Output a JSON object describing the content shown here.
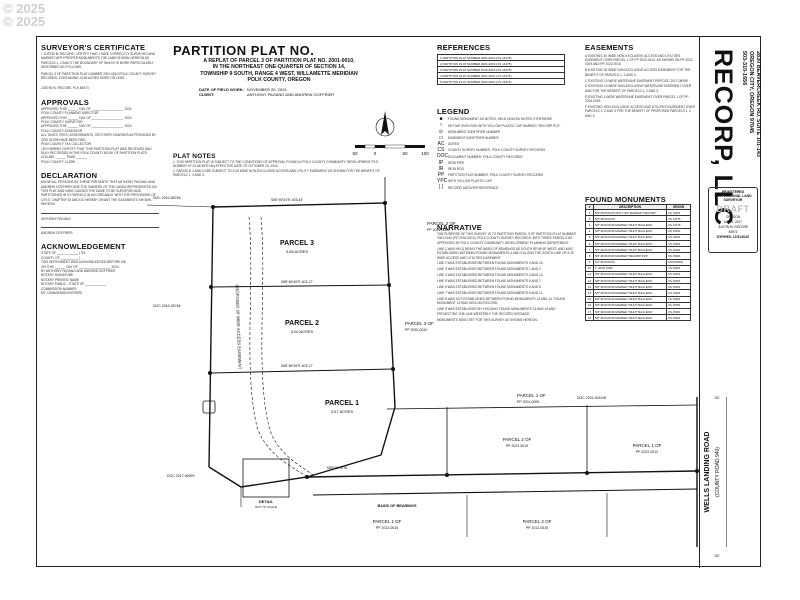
{
  "watermark": [
    "© 2025",
    "© 2025"
  ],
  "surveyor": {
    "heading": "SURVEYOR'S CERTIFICATE",
    "text": "I, JUSTIN M. RECORE, CERTIFY THAT I HAVE CORRECTLY SURVEYED AND MARKED WITH PROPER MONUMENTS THE LAND SHOWN HEREON AS PARCELS 1, 2 AND 3 THE BOUNDARY OF WHICH IS MORE PARTICULARLY DESCRIBED AS FOLLOWS:",
    "text2": "PARCEL 3 OF PARTITION PLAT NUMBER 2001-0010 POLK COUNTY SURVEY RECORDS, CONTAINING 13.86 ACRES MORE OR LESS.",
    "sig": "JUSTIN M. RECORE, PLS 84973"
  },
  "approvals": {
    "heading": "APPROVALS",
    "rows": [
      "APPROVED THIS ______ DAY OF __________________ 2024",
      "POLK COUNTY PLANNING DIRECTOR",
      "APPROVED THIS ______ DAY OF __________________ 2024",
      "POLK COUNTY SURVEYOR",
      "APPROVED THIS ______ DAY OF __________________ 2024",
      "POLK COUNTY ASSESSOR",
      "ALL TAXES, FEES, ASSESSMENTS, OR OTHER CHARGES AS PROVIDED BY ORS 92.095 HAVE BEEN PAID",
      "POLK COUNTY TAX COLLECTOR",
      "I DO HEREBY CERTIFY THAT THIS PARTITION PLAT WAS RECEIVED AND DULY RECORDED IN THE POLK COUNTY BOOK OF PARTITION PLATS.",
      "VOLUME ______ PAGE ______",
      "POLK COUNTY CLERK"
    ]
  },
  "declaration": {
    "heading": "DECLARATION",
    "text": "KNOW ALL PERSONS BY THESE PRESENTS THAT ANTHONY PAGANO AND ANDREW GOFFRIER ARE THE OWNERS OF THE LANDS REPRESENTED ON THIS PLAT AND HAVE CAUSED THE SAME TO BE SURVEYED AND PARTITIONED INTO PARCELS IN ACCORDANCE WITH THE PROVISIONS OF O.R.S. CHAPTER 92 AND DO HEREBY GRANT THE EASEMENTS SHOWN HEREON.",
    "rows": [
      "ANTHONY PAGANO",
      "ANDREW GOFFRIER"
    ]
  },
  "acknowledgement": {
    "heading": "ACKNOWLEDGEMENT",
    "rows": [
      "STATE OF ____________ ) SS",
      "COUNTY OF __________ )",
      "THIS INSTRUMENT WAS ACKNOWLEDGED BEFORE ME",
      "ON THIS ______ DAY OF __________________ 2024",
      "BY ANTHONY PAGANO AND ANDREW GOFFRIER",
      "NOTARY SIGNATURE",
      "NOTARY PRINTED NAME",
      "NOTARY PUBLIC - STATE OF ____________",
      "COMMISSION NUMBER",
      "MY COMMISSION EXPIRES"
    ]
  },
  "title": {
    "main": "PARTITION PLAT NO.",
    "lines": [
      "A REPLAT OF PARCEL 3 OF PARTITION PLAT NO. 2001-0010,",
      "IN THE NORTHEAST ONE-QUARTER OF SECTION 14,",
      "TOWNSHIP 9 SOUTH, RANGE 4 WEST, WILLAMETTE MERIDIAN",
      "POLK COUNTY, OREGON"
    ],
    "date_label": "DATE OF FIELD WORK:",
    "date_value": "NOVEMBER 20, 2024",
    "client_label": "CLIENT:",
    "client_value": "ANTHONY PAGANO AND ANDREW GOFFRIER"
  },
  "plat_notes": {
    "heading": "PLAT NOTES",
    "items": [
      "1. THIS PARTITION PLAT IS SUBJECT TO THE CONDITIONS OF APPROVAL FOUND IN POLK COUNTY COMMUNITY DEVELOPMENT FILE NUMBER LP 24-06 WITH AN EFFECTIVE DATE OF OCTOBER 24, 2024.",
      "2. PARCELS 1 AND 3 ARE SUBJECT TO A 30 WIDE NON-EXCLUSIVE ACCESS AND UTILITY EASEMENT AS SHOWN FOR THE BENEFIT OF PARCELS 1, 2 AND 3."
    ]
  },
  "references": {
    "heading": "REFERENCES",
    "rows": [
      "1  PARTITION PLAT NUMBER 2001-0010 (CS 14475)",
      "2  PARTITION PLAT NUMBER 2021-0019 (CS 14475)",
      "3  PARTITION PLAT NUMBER 2012-0015 (CS 14475)",
      "4  PARTITION PLAT NUMBER 2021-0021 (CS 14475)",
      "5  PARTITION PLAT NUMBER 2022-0010 (CS 14475)"
    ]
  },
  "scale": {
    "labels": [
      "50",
      "0",
      "50",
      "100"
    ]
  },
  "legend": {
    "heading": "LEGEND",
    "items": [
      {
        "sym": "■",
        "text": "FOUND MONUMENT AS NOTED; HELD UNLESS NOTED OTHERWISE"
      },
      {
        "sym": "○",
        "text": "SET 5/8\" IRON ROD WITH YELLOW PLASTIC CAP MARKED \"RECORP PLS\""
      },
      {
        "sym": "⊙",
        "text": "MONUMENT IDENTIFIER NUMBER"
      },
      {
        "sym": "▭",
        "text": "EASEMENT IDENTIFIER NUMBER"
      },
      {
        "sym": "AC",
        "text": "ACRES"
      },
      {
        "sym": "CS",
        "text": "COUNTY SURVEY NUMBER, POLK COUNTY SURVEY RECORDS"
      },
      {
        "sym": "DOC",
        "text": "DOCUMENT NUMBER, POLK COUNTY RECORDS"
      },
      {
        "sym": "IP",
        "text": "IRON PIPE"
      },
      {
        "sym": "IR",
        "text": "IRON ROD"
      },
      {
        "sym": "PP",
        "text": "PARTITION PLAT NUMBER, POLK COUNTY SURVEY RECORDS"
      },
      {
        "sym": "YPC",
        "text": "WITH YELLOW PLASTIC CAP"
      },
      {
        "sym": "( )",
        "text": "RECORD DATA PER REFERENCE"
      }
    ]
  },
  "narrative": {
    "heading": "NARRATIVE",
    "text": "THE PURPOSE OF THIS SURVEY IS TO PARTITION PARCEL 3 OF PARTITION PLAT NUMBER 2001-0010 (PP 2001-0010), POLK COUNTY SURVEY RECORDS, INTO THREE PARCELS AS APPROVED BY POLK COUNTY COMMUNITY DEVELOPMENT PLANNING DEPARTMENT.",
    "lines": [
      "LINE 1 WAS HELD BEING THE BASIS OF BEARINGS AS SOUTH 89°46'49\" WEST, AND WAS ESTABLISHED BETWEEN FOUND MONUMENTS 4 AND 9 ALONG THE SOUTH LINE OF A 30 WIDE ACCESS AND UTILITIES EASEMENT.",
      "LINE 2 WAS ESTABLISHED BETWEEN FOUND MONUMENTS 4 AND 10.",
      "LINE 3 WAS ESTABLISHED BETWEEN FOUND MONUMENTS 1 AND 2.",
      "LINE 4 WAS ESTABLISHED BETWEEN FOUND MONUMENTS 3 AND 13.",
      "LINE 5 WAS ESTABLISHED BETWEEN FOUND MONUMENTS 6 AND 7.",
      "LINE 6 WAS ESTABLISHED BETWEEN FOUND MONUMENTS 6 AND 8.",
      "LINE 7 WAS ESTABLISHED BETWEEN FOUND MONUMENTS 5 AND 11.",
      "LINE 8 WAS NOT ESTABLISHED BETWEEN FOUND MONUMENTS 13 AND 14. FOUND MONUMENT 14 WAS HELD AS RECORD.",
      "LINE 9 WAS ESTABLISHED BY HOLDING FOUND MONUMENTS 14 AND 14 AND PROJECTING THE LINE WESTERLY THE RECORD DISTANCE.",
      "MONUMENTS NEED SET FOR THIS SURVEY AS SHOWN HEREON."
    ]
  },
  "easements": {
    "heading": "EASEMENTS",
    "items": [
      "A  EXISTING 30 WIDE NON-EXCLUSIVE ACCESS AND UTILITIES EASEMENT OVER PARCEL 1 OF PP 2022-0010, AS SHOWN ON PP 2021-0019 AND PP 2022-0010.",
      "B  EXISTING 30 WIDE NON-EXCLUSIVE ACCESS EASEMENT FOR THE BENEFIT OF PARCELS 1, 2 AND 3.",
      "C  EXISTING 10 WIDE WATERLINE EASEMENT PER DOC 2017-06999.",
      "D  EXISTING 10 WIDE NON-EXCLUSIVE WATERLINE EASEMENT OVER AND FOR THE BENEFIT OF PARCELS 1, 2 AND 3.",
      "E  EXISTING 4 WIDE WATERLINE EASEMENT OVER PARCEL 1 OF PP 2016-0015.",
      "F  EXISTING NON-EXCLUSIVE ACCESS AND UTILITIES EASEMENT OVER PARCELS 1, 2 AND 3 FOR THE BENEFIT OF PROPOSED PARCELS 1, 2 AND 3."
    ]
  },
  "found_monuments": {
    "heading": "FOUND MONUMENTS",
    "headers": [
      "#",
      "DESCRIPTION",
      "ORIGIN"
    ],
    "rows": [
      [
        "1",
        "5/8\" IRON ROD WITH YPC MARKED \"RECORP\"",
        "CS 15001"
      ],
      [
        "2",
        "5/8\" IRON ROD",
        "CS 14475"
      ],
      [
        "3",
        "5/8\" IRON ROD MARKED \"MULTITECH ENG\"",
        "CS 14475"
      ],
      [
        "4",
        "5/8\" IRON ROD MARKED \"MULTITECH ENG\"",
        "CS 15001"
      ],
      [
        "5",
        "5/8\" IRON ROD MARKED \"MULTITECH ENG\"",
        "CS 15001"
      ],
      [
        "6",
        "5/8\" IRON ROD MARKED \"MULTITECH ENG\"",
        "CS 15001"
      ],
      [
        "7",
        "5/8\" IRON ROD MARKED \"MULTITECH ENG\"",
        "CS 15001"
      ],
      [
        "8",
        "5/8\" IRON ROD MARKED \"RECORP PLS\"",
        "CS 15001"
      ],
      [
        "9",
        "1/2\" IRON ROD",
        "UNKNOWN"
      ],
      [
        "10",
        "1\" IRON PIPE",
        "CS 15001"
      ],
      [
        "11",
        "5/8\" IRON ROD MARKED \"MULTITECH ENG\"",
        "CS 15001"
      ],
      [
        "12",
        "5/8\" IRON ROD MARKED \"MULTITECH ENG\"",
        "CS 15001"
      ],
      [
        "13",
        "5/8\" IRON ROD MARKED \"MULTITECH ENG\"",
        "CS 15001"
      ],
      [
        "14",
        "5/8\" IRON ROD MARKED \"MULTITECH ENG\"",
        "CS 15001"
      ],
      [
        "15",
        "5/8\" IRON ROD MARKED \"MULTITECH ENG\"",
        "CS 15001"
      ],
      [
        "16",
        "5/8\" IRON ROD MARKED \"MULTITECH ENG\"",
        "CS 15001"
      ],
      [
        "17",
        "5/8\" IRON ROD MARKED \"MULTITECH ENG\"",
        "CS 15001"
      ],
      [
        "18",
        "5/8\" IRON ROD MARKED \"MULTITECH ENG\"",
        "CS 15001"
      ]
    ]
  },
  "company": {
    "name": "RECORP, LLC",
    "address": [
      "2830 BEAVERCREEK RD, SUITE 101-143",
      "OREGON CITY, OREGON 97045",
      "503-310-1656"
    ]
  },
  "stamp": {
    "title": "REGISTERED PROFESSIONAL LAND SURVEYOR",
    "draft": "DRAFT",
    "lines": [
      "OREGON",
      "MAY 9, 2017",
      "JUSTIN M. RECORE",
      "84973"
    ],
    "expires": "EXPIRES: 12/31/2026"
  },
  "map": {
    "parcel3": "PARCEL 3",
    "parcel3_area": "3.08 ACRES",
    "parcel2": "PARCEL 2",
    "parcel2_area": "3.00 ACRES",
    "parcel1": "PARCEL 1",
    "parcel1_area": "3.57 ACRES",
    "parcel2_of": "PARCEL 2 OF",
    "parcel2_of_pp": "PP 2021-0006",
    "parcel3_of": "PARCEL 3 OF",
    "parcel3_of_pp": "PP 2022-0010",
    "parcel1_of": "PARCEL 1 OF",
    "parcel1_of_pp": "PP 2001-0006",
    "parcel2_of_b": "PARCEL 2 OF",
    "parcel2_of_b_pp": "PP 2022-0010",
    "parcel1_of_c": "PARCEL 1 OF",
    "parcel1_of_c_pp": "PP 2012-0015",
    "parcel2_of_c": "PARCEL 2 OF",
    "parcel2_of_c_pp": "PP 2012-0015",
    "parcel1_of_d": "PARCEL 1 OF",
    "parcel1_of_d_pp": "PP 2022-0010",
    "doc1": "DOC 2010-06748",
    "doc2": "DOC 2010-06748",
    "doc3": "DOC 2017-06999",
    "doc4": "DOC 2022-004199",
    "road_name": "WELLS LANDING ROAD",
    "road_sub": "(COUNTY ROAD 940)",
    "road_width_top": "30'",
    "road_width_bottom": "30'",
    "basis": "BASIS OF BEARINGS",
    "detail": "DETAIL",
    "detail_scale": "NOT TO SCALE",
    "brg_top": "S89°49'24\"E 403.44'",
    "brg_mid1": "S89°46'49\"E 403.17'",
    "brg_mid2": "S89°46'49\"E 403.17'",
    "brg_s": "S89°46'49\"W",
    "proposed": "PROPOSED 30' WIDE ACCESS EASEMENT"
  }
}
